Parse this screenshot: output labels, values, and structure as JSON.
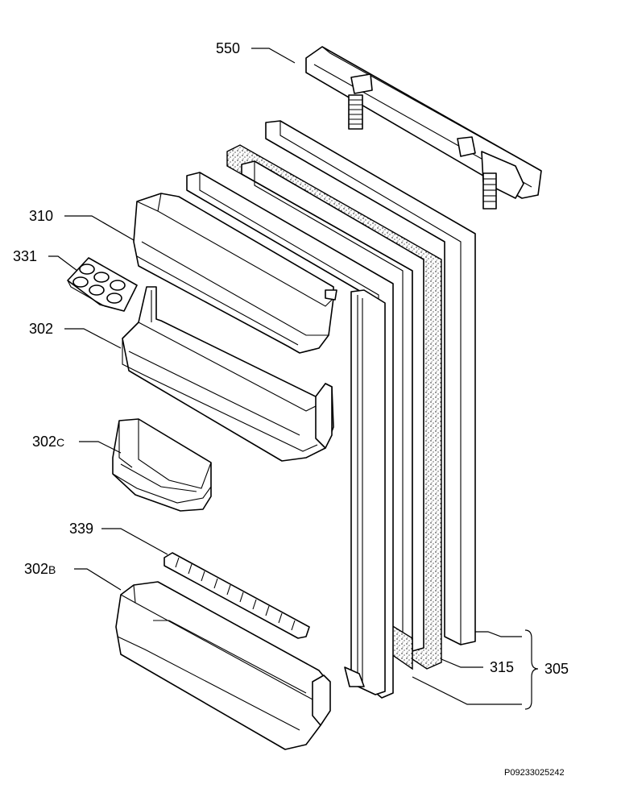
{
  "labels": {
    "p550": "550",
    "p310": "310",
    "p331": "331",
    "p302": "302",
    "p302c_num": "302",
    "p302c_suffix": "C",
    "p339": "339",
    "p302b_num": "302",
    "p302b_suffix": "B",
    "p315": "315",
    "p305": "305"
  },
  "footer": {
    "code": "P09233025242"
  }
}
